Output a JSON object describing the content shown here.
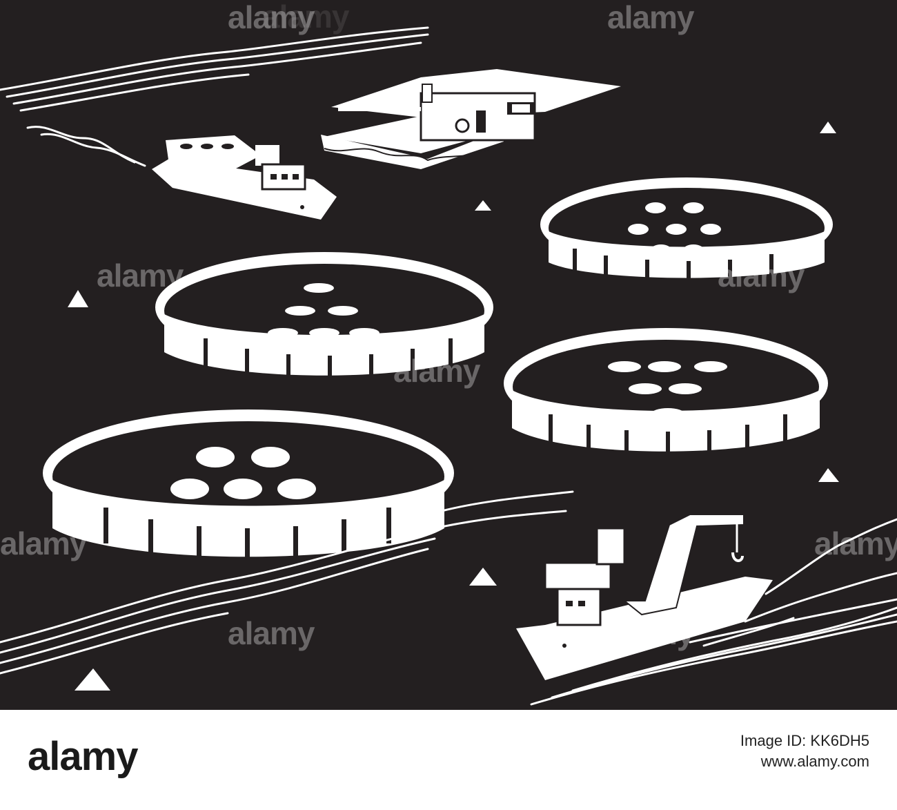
{
  "footer": {
    "logo_text": "alamy",
    "image_id_label": "Image ID: KK6DH5",
    "site_url": "www.alamy.com"
  },
  "watermark": {
    "text": "alamy"
  },
  "colors": {
    "background": "#231f20",
    "foreground": "#ffffff",
    "footer_bg": "#ffffff"
  },
  "scene": {
    "elements": [
      "floating-house",
      "small-boat",
      "fishing-boat-with-crane",
      "fish-cage-1",
      "fish-cage-2",
      "fish-cage-3",
      "fish-cage-4",
      "buoys",
      "waves"
    ]
  }
}
